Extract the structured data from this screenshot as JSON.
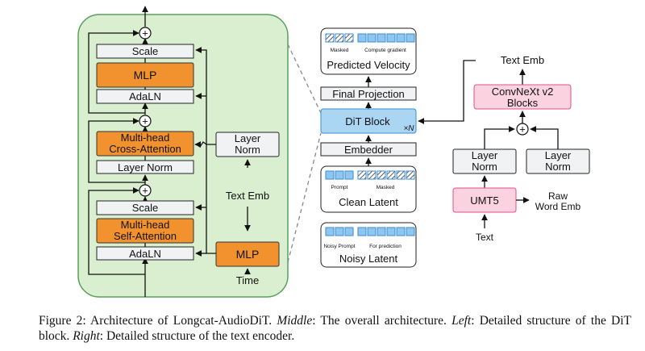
{
  "left_block": {
    "scale_top": "Scale",
    "mlp": "MLP",
    "adaln_top": "AdaLN",
    "cross_attn_line1": "Multi-head",
    "cross_attn_line2": "Cross-Attention",
    "layer_norm": "Layer Norm",
    "scale_bottom": "Scale",
    "self_attn_line1": "Multi-head",
    "self_attn_line2": "Self-Attention",
    "adaln_bottom": "AdaLN",
    "side_layer_norm_line1": "Layer",
    "side_layer_norm_line2": "Norm",
    "text_emb": "Text Emb",
    "time_mlp": "MLP",
    "time": "Time",
    "plus_symbol": "+"
  },
  "middle": {
    "predicted_velocity": {
      "masked_label": "Masked",
      "compute_label": "Compute gradient",
      "title": "Predicted Velocity"
    },
    "final_projection": "Final Projection",
    "dit_block": "DiT Block",
    "repeat_label": "×N",
    "embedder": "Embedder",
    "clean_latent": {
      "prompt_label": "Prompt",
      "masked_label": "Masked",
      "title": "Clean Latent"
    },
    "noisy_latent": {
      "noisy_prompt_label": "Noisy Prompt",
      "prediction_label": "For prediction",
      "title": "Noisy Latent"
    }
  },
  "right": {
    "text_emb": "Text Emb",
    "convnext_line1": "ConvNeXt v2",
    "convnext_line2": "Blocks",
    "plus_symbol": "+",
    "layer_norm_left_line1": "Layer",
    "layer_norm_left_line2": "Norm",
    "layer_norm_right_line1": "Layer",
    "layer_norm_right_line2": "Norm",
    "umt5": "UMT5",
    "raw_line1": "Raw",
    "raw_line2": "Word Emb",
    "text": "Text"
  },
  "caption": {
    "part1": "Figure 2: Architecture of Longcat-AudioDiT. ",
    "middle_label": "Middle",
    "part2": ": The overall architecture. ",
    "left_label": "Left",
    "part3": ": Detailed structure of the DiT block. ",
    "right_label": "Right",
    "part4": ": Detailed structure of the text encoder."
  },
  "colors": {
    "panel_green": "#d9efcf",
    "panel_border": "#5aa05a",
    "orange": "#f2922e",
    "blue": "#aad6f3",
    "pink": "#fbd2e0",
    "pink_border": "#e0508a",
    "box_fill": "#f0f2f4"
  }
}
